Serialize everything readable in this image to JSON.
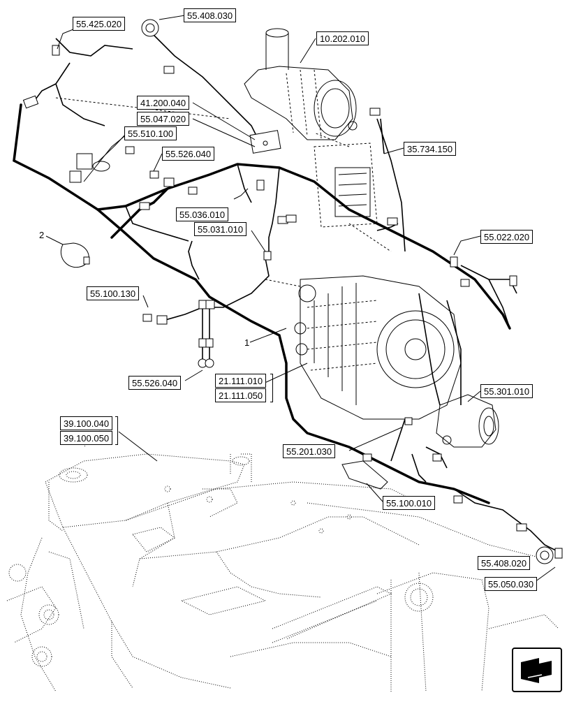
{
  "labels": {
    "l_55_425_020": "55.425.020",
    "l_55_408_030": "55.408.030",
    "l_10_202_010": "10.202.010",
    "l_41_200_040": "41.200.040",
    "l_55_047_020": "55.047.020",
    "l_55_510_100": "55.510.100",
    "l_55_526_040_top": "55.526.040",
    "l_35_734_150": "35.734.150",
    "l_55_036_010": "55.036.010",
    "l_55_031_010": "55.031.010",
    "l_55_022_020": "55.022.020",
    "l_55_100_130": "55.100.130",
    "l_55_526_040_bottom": "55.526.040",
    "l_21_111_010": "21.111.010",
    "l_21_111_050": "21.111.050",
    "l_55_301_010": "55.301.010",
    "l_39_100_040": "39.100.040",
    "l_39_100_050": "39.100.050",
    "l_55_201_030": "55.201.030",
    "l_55_100_010": "55.100.010",
    "l_55_408_020": "55.408.020",
    "l_55_050_030": "55.050.030"
  },
  "item_numbers": {
    "item_1": "1",
    "item_2": "2"
  },
  "icons": {
    "direction_arrow": "direction-arrow-icon"
  }
}
